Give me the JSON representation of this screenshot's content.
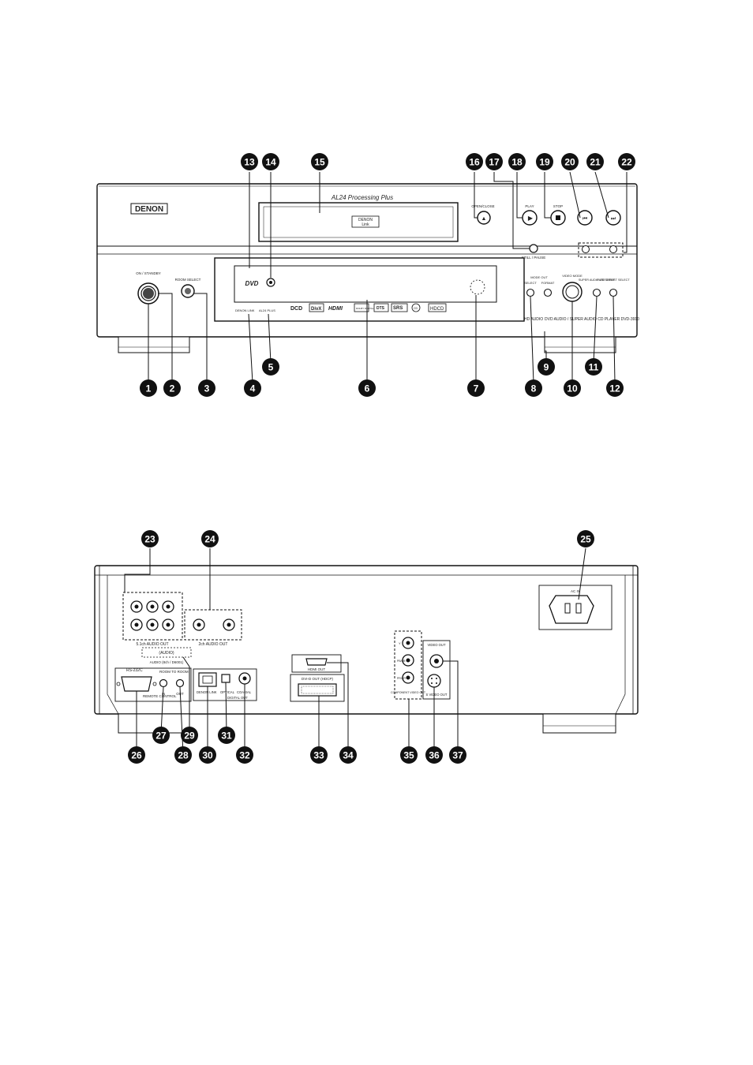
{
  "front": {
    "brand": "DENON",
    "processing": "AL24 Processing Plus",
    "tray_logo_line1": "DENON",
    "tray_logo_line2": "Link",
    "labels": {
      "on_standby": "ON / STANDBY",
      "room_select": "ROOM SELECT",
      "open_close": "OPEN/CLOSE",
      "play": "PLAY",
      "stop": "STOP",
      "still_pause": "STILL / PAUSE",
      "denon_link": "DENON LINK",
      "al24_plus": "AL24 PLUS",
      "mode_out": "MODE OUT",
      "select": "SELECT",
      "format": "FORMAT",
      "video_mode": "VIDEO MODE",
      "super_audio_cd_setup": "SUPER AUDIO CD SETUP",
      "pure_direct_select": "PURE DIRECT SELECT",
      "model_text": "DVD AUDIO / SUPER AUDIO CD PLAYER DVD-3910",
      "hd_audio": "HD AUDIO"
    },
    "logos": [
      "DVD",
      "DCD",
      "DivX",
      "HDMI",
      "DOLBY DIGITAL",
      "DTS",
      "SRS",
      "CD",
      "HDCD"
    ]
  },
  "rear": {
    "labels": {
      "ac_in": "AC IN",
      "ch51_audio_out": "5.1ch AUDIO OUT",
      "ch2_audio_out": "2ch AUDIO OUT",
      "audio_out_text": "(AUDIO)",
      "audio_digital": "AUDIO (8ch / D6001)",
      "rs232c": "RS-232C",
      "room_to_room": "ROOM TO ROOM",
      "in": "IN",
      "out": "OUT",
      "remote_control": "REMOTE CONTROL",
      "denon_link": "DENON LINK",
      "optical": "OPTICAL",
      "coaxial": "COAXIAL",
      "digital_out": "DIGITAL OUT",
      "hdmi_out": "HDMI OUT",
      "dvi_out": "DVI-D OUT (HDCP)",
      "component": "COMPONENT VIDEO OUT",
      "video_out": "VIDEO OUT",
      "s_video_out": "S VIDEO OUT",
      "y": "Y",
      "pb": "PB/CB",
      "pr": "PR/CR"
    }
  },
  "callouts": [
    "1",
    "2",
    "3",
    "4",
    "5",
    "6",
    "7",
    "8",
    "9",
    "10",
    "11",
    "12",
    "13",
    "14",
    "15",
    "16",
    "17",
    "18",
    "19",
    "20",
    "21",
    "22",
    "23",
    "24",
    "25",
    "26",
    "27",
    "28",
    "29",
    "30",
    "31",
    "32",
    "33",
    "34",
    "35",
    "36",
    "37"
  ]
}
